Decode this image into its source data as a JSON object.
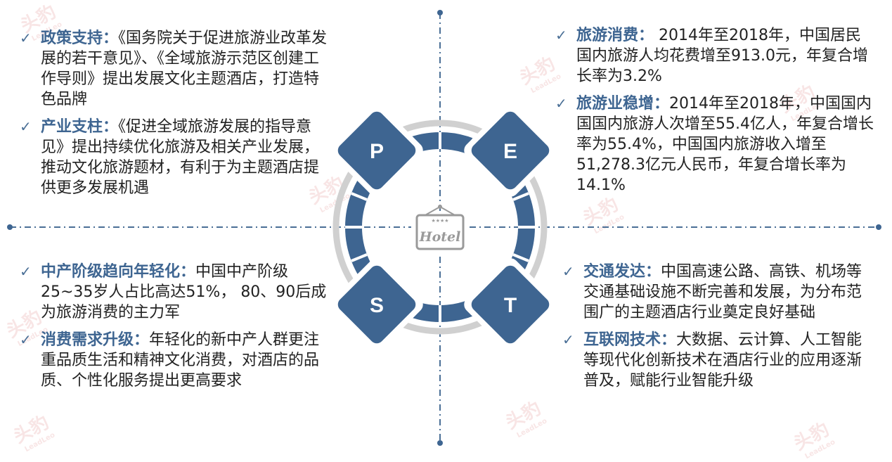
{
  "pest": {
    "p": "P",
    "e": "E",
    "s": "S",
    "t": "T",
    "hotel_sign": "Hotel"
  },
  "watermark": {
    "cn": "头豹",
    "en": "LeadLeo"
  },
  "quadrants": {
    "top_left": [
      {
        "title": "政策支持：",
        "text": "《国务院关于促进旅游业改革发展的若干意见》、《全域旅游示范区创建工作导则》提出发展文化主题酒店，打造特色品牌"
      },
      {
        "title": "产业支柱：",
        "text": "《促进全域旅游发展的指导意见》提出持续优化旅游及相关产业发展，推动文化旅游题材，有利于为主题酒店提供更多发展机遇"
      }
    ],
    "top_right": [
      {
        "title": "旅游消费：",
        "text": " 2014年至2018年，中国居民国内旅游人均花费增至913.0元，年复合增长率为3.2%"
      },
      {
        "title": "旅游业稳增：",
        "text": "2014年至2018年，中国国内国国内旅游人次增至55.4亿人，年复合增长率为55.4%，中国国内旅游收入增至51,278.3亿元人民币，年复合增长率为14.1%"
      }
    ],
    "bottom_left": [
      {
        "title": "中产阶级趋向年轻化：",
        "text": "中国中产阶级25~35岁人占比高达51%， 80、90后成为旅游消费的主力军"
      },
      {
        "title": "消费需求升级：",
        "text": "年轻化的新中产人群更注重品质生活和精神文化消费，对酒店的品质、个性化服务提出更高要求"
      }
    ],
    "bottom_right": [
      {
        "title": "交通发达：",
        "text": "中国高速公路、高铁、机场等交通基础设施不断完善和发展，为分布范围广的主题酒店行业奠定良好基础"
      },
      {
        "title": "互联网技术：",
        "text": "大数据、云计算、人工智能等现代化创新技术在酒店行业的应用逐渐普及，赋能行业智能升级"
      }
    ]
  }
}
